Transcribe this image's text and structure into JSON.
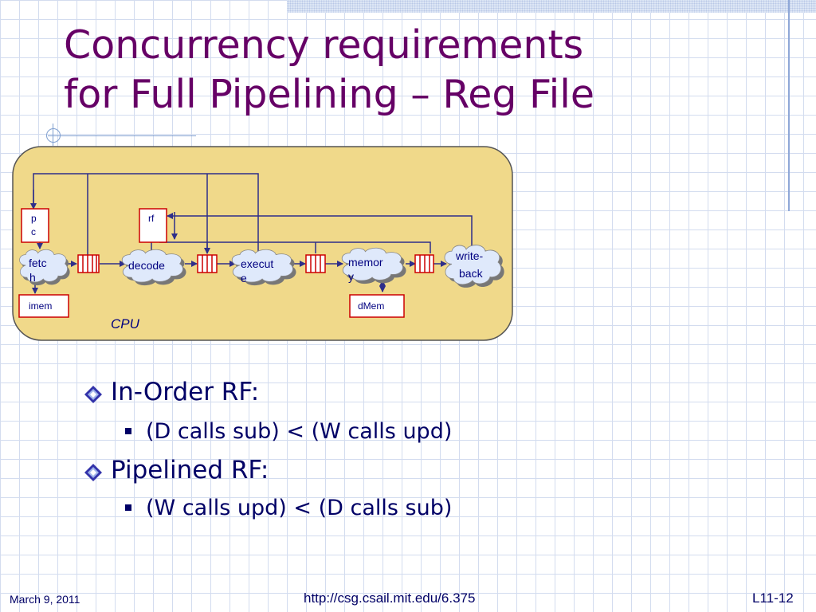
{
  "slide": {
    "title_line1": "Concurrency requirements",
    "title_line2": "for Full Pipelining – Reg File"
  },
  "diagram": {
    "container_label": "CPU",
    "boxes": {
      "pc_line1": "p",
      "pc_line2": "c",
      "rf": "rf",
      "imem": "imem",
      "dmem": "dMem"
    },
    "stages": {
      "fetch_line1": "fetc",
      "fetch_line2": "h",
      "decode": "decode",
      "execute_line1": "execut",
      "execute_line2": "e",
      "memory_line1": "memor",
      "memory_line2": "y",
      "writeback_line1": "write-",
      "writeback_line2": "back"
    },
    "colors": {
      "container_fill": "#f0d98a",
      "container_stroke": "#555555",
      "box_stroke": "#cc0000",
      "fifo_stroke": "#cc0000",
      "wire": "#2e2e8a",
      "cloud_fill": "#dfe9fb",
      "cloud_shadow": "#777777"
    }
  },
  "bullets": [
    {
      "label": "In-Order RF:",
      "sub": "(D calls sub) <  (W calls upd)"
    },
    {
      "label": "Pipelined RF:",
      "sub": "(W calls upd) < (D calls sub)"
    }
  ],
  "footer": {
    "date": "March 9, 2011",
    "url": "http://csg.csail.mit.edu/6.375",
    "page": "L11-12"
  },
  "colors": {
    "title": "#660066",
    "text": "#000066"
  }
}
